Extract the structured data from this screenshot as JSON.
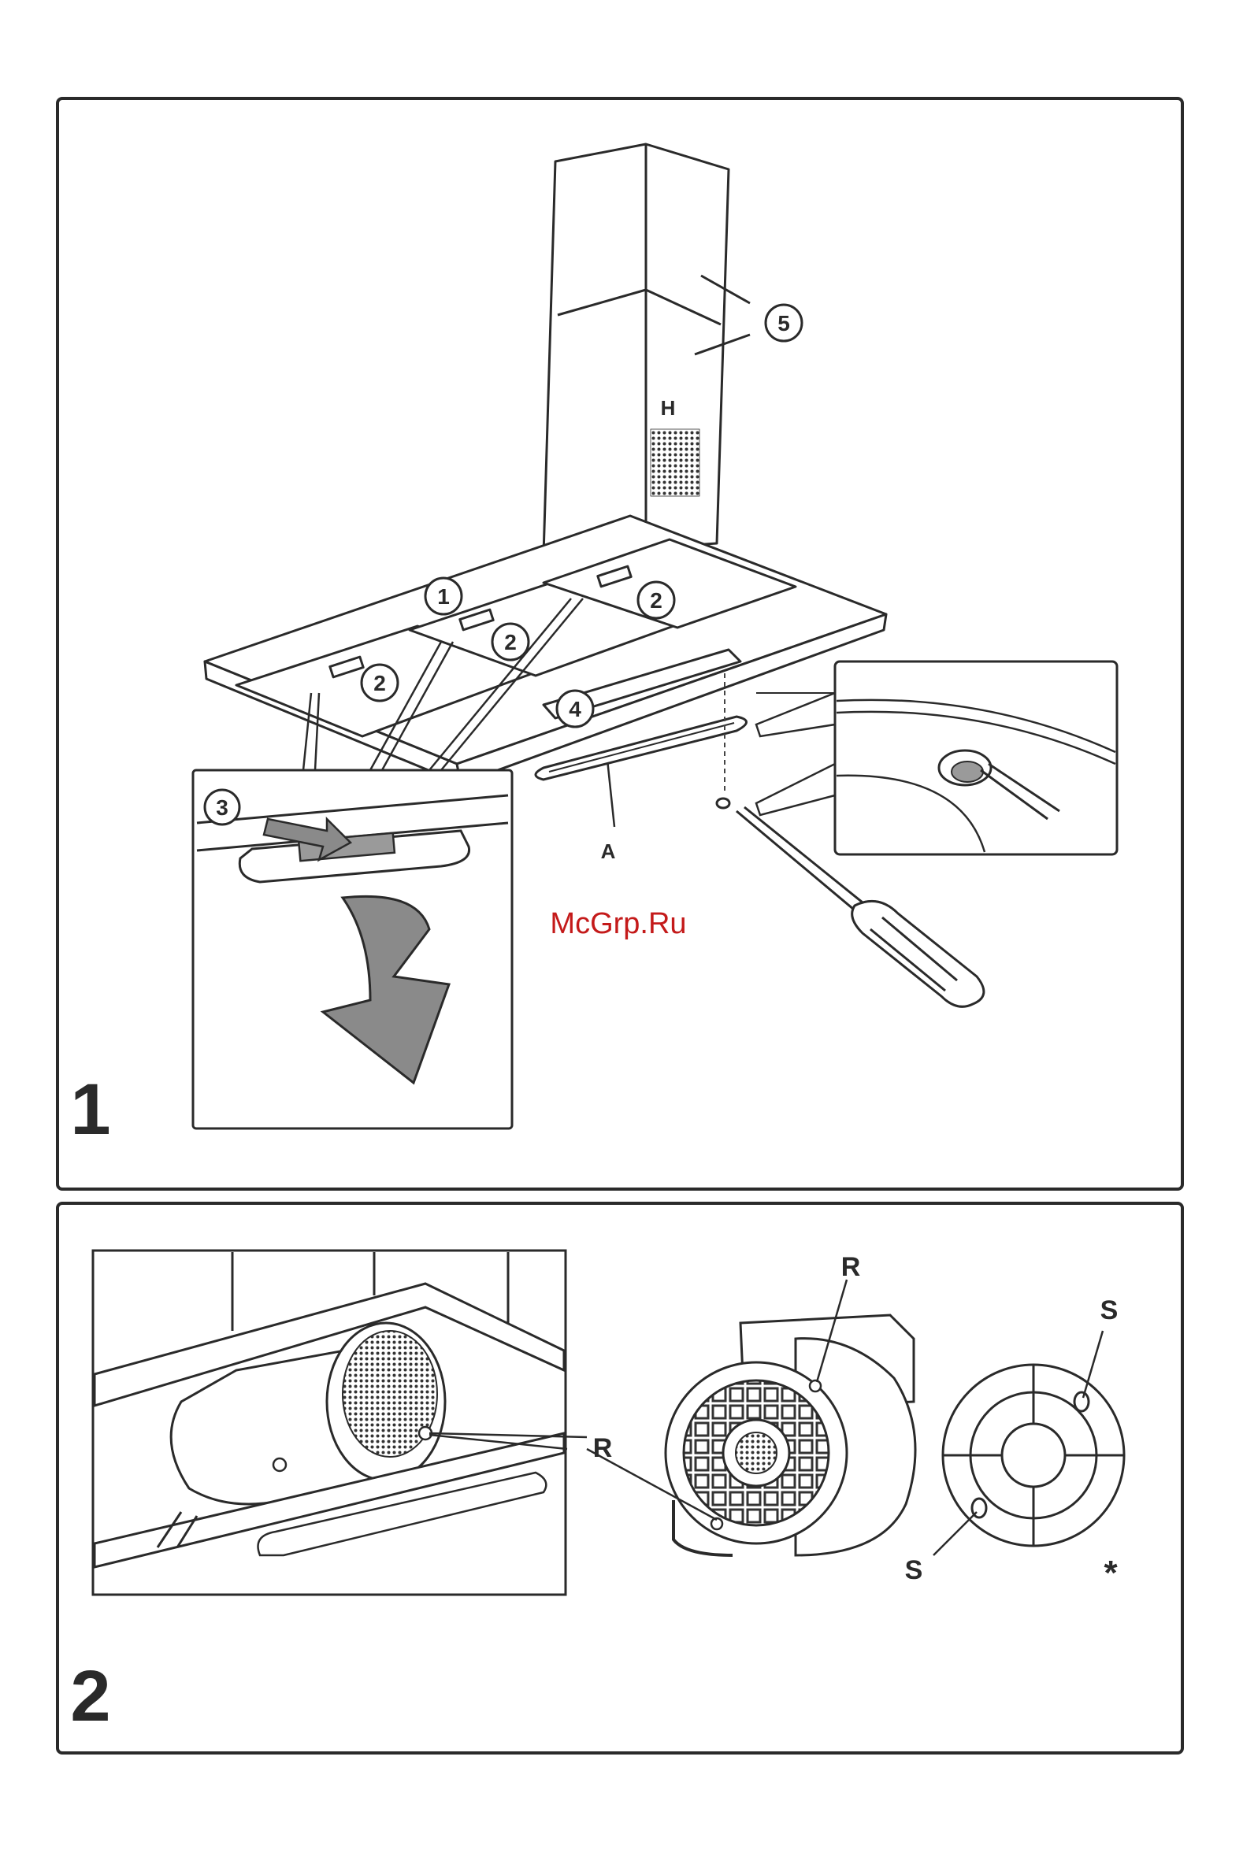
{
  "panel1": {
    "figure_number": "1",
    "callouts": {
      "part_1": "1",
      "part_2": "2",
      "part_3": "3",
      "part_4": "4",
      "part_5": "5"
    },
    "labels": {
      "chimney_mark": "H",
      "strip_A": "A"
    },
    "watermark": "McGrp.Ru"
  },
  "panel2": {
    "figure_number": "2",
    "labels": {
      "R": "R",
      "S": "S",
      "asterisk": "*"
    }
  },
  "colors": {
    "line": "#2a2a2a",
    "arrow_fill": "#8a8a8a",
    "watermark": "#c41a1a"
  }
}
